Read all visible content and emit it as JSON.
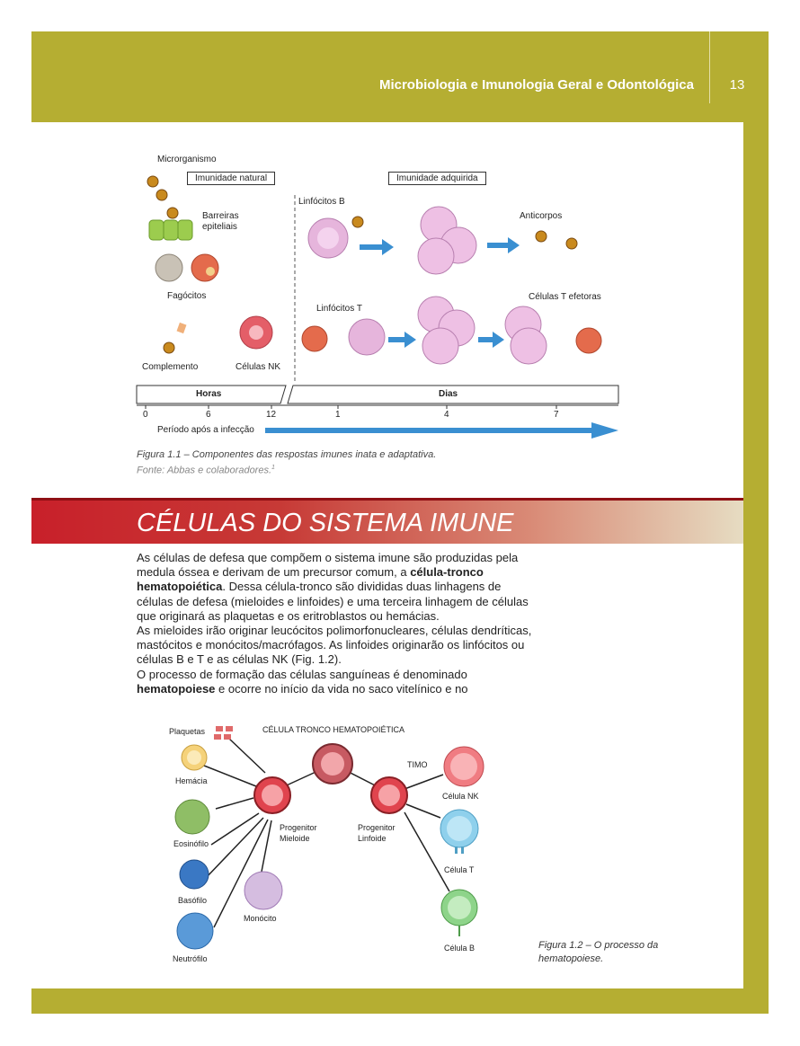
{
  "header": {
    "title": "Microbiologia e Imunologia Geral e Odontológica",
    "page_number": "13",
    "band_color": "#b5ae32"
  },
  "figure1": {
    "labels": {
      "microorganism": "Microrganismo",
      "innate": "Imunidade natural",
      "adaptive": "Imunidade adquirida",
      "barriers": "Barreiras epiteliais",
      "phagocytes": "Fagócitos",
      "complement": "Complemento",
      "nk_cells": "Células NK",
      "b_lymph": "Linfócitos B",
      "antibodies": "Anticorpos",
      "t_lymph": "Linfócitos T",
      "effector_t": "Células T efetoras",
      "hours": "Horas",
      "days": "Dias",
      "period": "Período após a infecção"
    },
    "time_ticks": [
      "0",
      "6",
      "12",
      "1",
      "4",
      "7"
    ],
    "caption": "Figura 1.1 – Componentes das respostas imunes inata e adaptativa.",
    "source": "Fonte: Abbas e colaboradores.",
    "source_ref": "1"
  },
  "section": {
    "title": "CÉLULAS DO SISTEMA IMUNE"
  },
  "body": {
    "p1_a": "As células de defesa que compõem o sistema imune são produzidas pela medula óssea e derivam de um precursor comum, a ",
    "p1_b": "célula-tronco hematopoiética",
    "p1_c": ". Dessa célula-tronco são divididas duas linhagens de células de defesa (mieloides e linfoides) e uma terceira linhagem de células que originará as plaquetas e os eritroblastos ou hemácias.",
    "p2": "As mieloides irão originar leucócitos polimorfonucleares, células dendríticas, mastócitos e monócitos/macrófagos. As linfoides originarão os linfócitos ou células B e T e as células NK (Fig. 1.2).",
    "p3_a": "O processo de formação das células sanguíneas é denominado ",
    "p3_b": "hematopoiese",
    "p3_c": " e ocorre no início da vida no saco vitelínico e no"
  },
  "figure2": {
    "labels": {
      "platelets": "Plaquetas",
      "stem_cell": "CÉLULA TRONCO HEMATOPOIÉTICA",
      "hemacia": "Hemácia",
      "thymus": "TIMO",
      "nk": "Célula NK",
      "myeloid": "Progenitor Mieloide",
      "lymphoid": "Progenitor Linfoide",
      "eosinophil": "Eosinófilo",
      "t_cell": "Célula T",
      "basophil": "Basófilo",
      "monocyte": "Monócito",
      "neutrophil": "Neutrófilo",
      "b_cell": "Célula B"
    },
    "caption": "Figura 1.2 – O processo da hematopoiese."
  }
}
